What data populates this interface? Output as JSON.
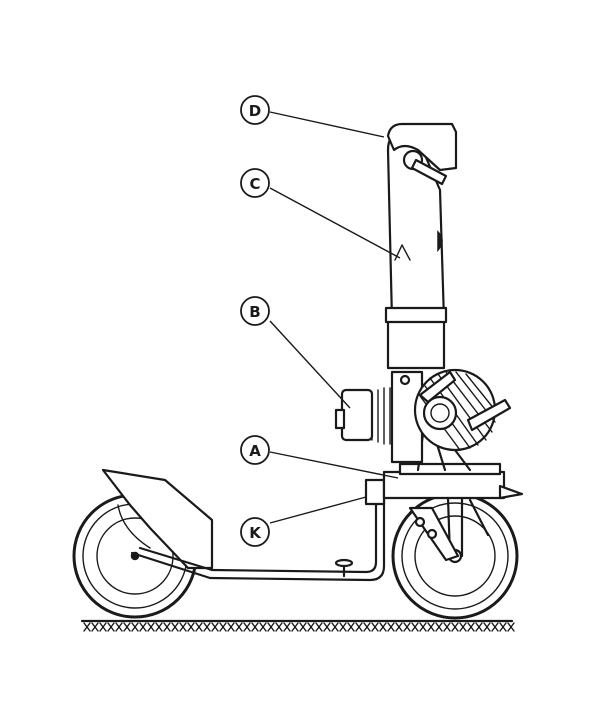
{
  "callouts": [
    {
      "id": "D",
      "label": "D",
      "part": "handlebar"
    },
    {
      "id": "C",
      "label": "C",
      "part": "steering-column"
    },
    {
      "id": "B",
      "label": "B",
      "part": "engine"
    },
    {
      "id": "A",
      "label": "A",
      "part": "motor-mount"
    },
    {
      "id": "K",
      "label": "K",
      "part": "frame-joint"
    }
  ],
  "colors": {
    "ink": "#1a1a1a",
    "background": "#ffffff"
  }
}
